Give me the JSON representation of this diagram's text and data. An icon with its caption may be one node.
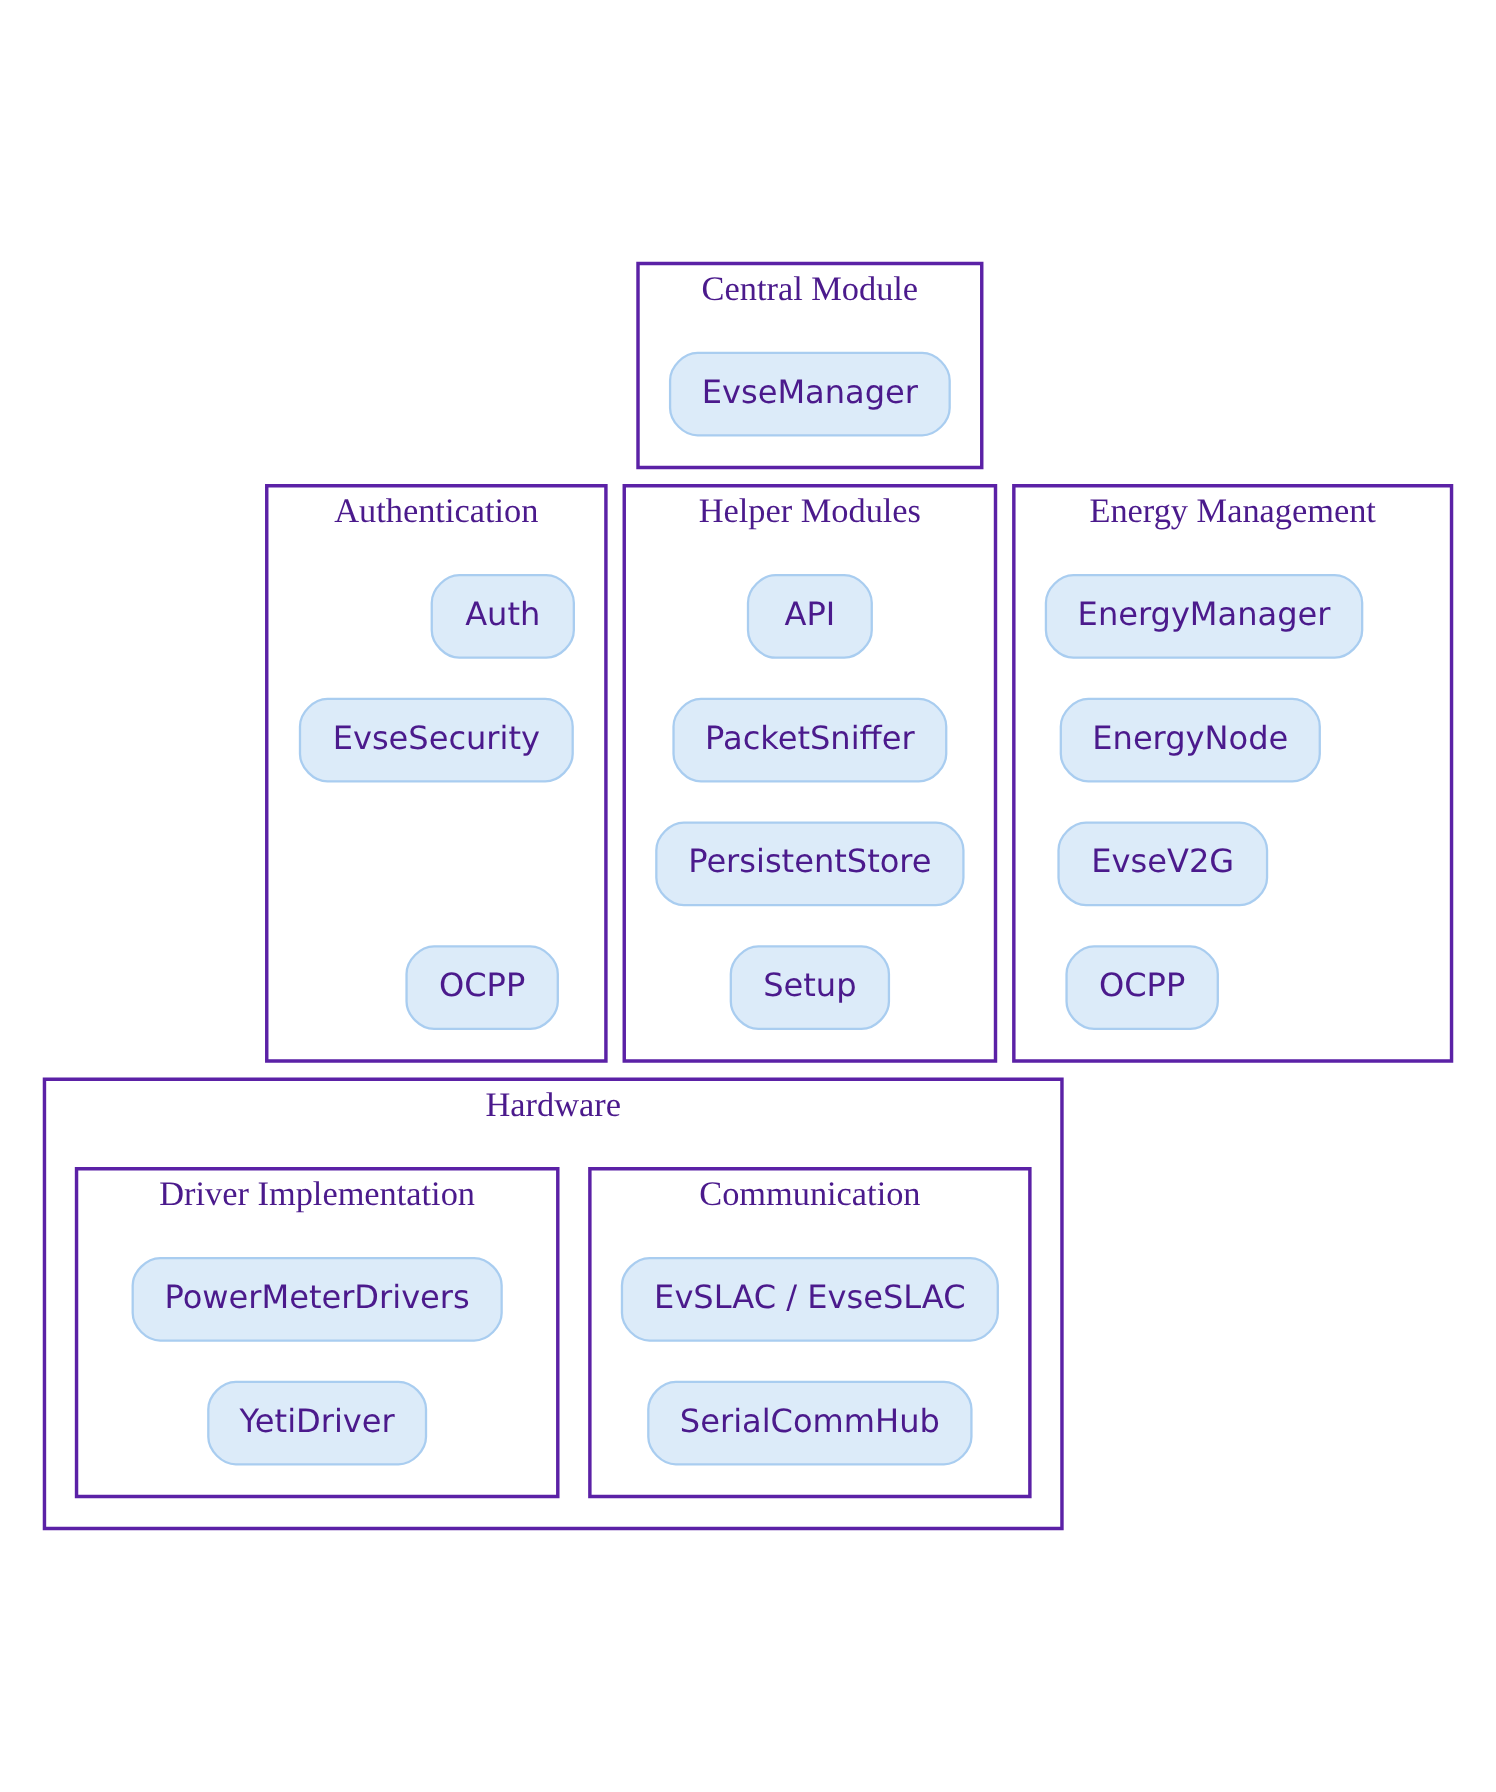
{
  "diagram": {
    "nodes": [
      {
        "text": [
          "Central Module"
        ]
      },
      {
        "text": [
          "EvseManager"
        ],
        "in": 0
      },
      {
        "text": [
          "Authentication"
        ]
      },
      {
        "text": [
          "Auth"
        ],
        "in": 2
      },
      {
        "text": [
          "EvseSecurity"
        ],
        "in": 2
      },
      {
        "text": [
          "OCPP"
        ],
        "in": 2
      },
      {
        "text": [
          "Helper Modules"
        ]
      },
      {
        "text": [
          "API"
        ],
        "in": 6
      },
      {
        "text": [
          "PacketSniffer"
        ],
        "in": 6
      },
      {
        "text": [
          "PersistentStore"
        ],
        "in": 6
      },
      {
        "text": [
          "Setup"
        ],
        "in": 6
      },
      {
        "text": [
          "Energy Management"
        ]
      },
      {
        "text": [
          "EnergyManager"
        ],
        "in": 11
      },
      {
        "text": [
          "EnergyNode"
        ],
        "in": 11
      },
      {
        "text": [
          "EvseV2G"
        ],
        "in": 11
      },
      {
        "text": [
          "OCPP"
        ],
        "in": 11
      },
      {
        "text": [
          "Hardware"
        ]
      },
      {
        "text": [
          "Communication"
        ],
        "in": 16
      },
      {
        "text": [
          "EvSLAC / EvseSLAC"
        ],
        "in": 17
      },
      {
        "text": [
          "SerialCommHub"
        ],
        "in": 17
      },
      {
        "text": [
          "Driver Implementation"
        ],
        "in": 16
      },
      {
        "text": [
          "PowerMeterDrivers"
        ],
        "in": 20
      },
      {
        "text": [
          "YetiDriver"
        ],
        "in": 20
      }
    ],
    "edges": []
  }
}
